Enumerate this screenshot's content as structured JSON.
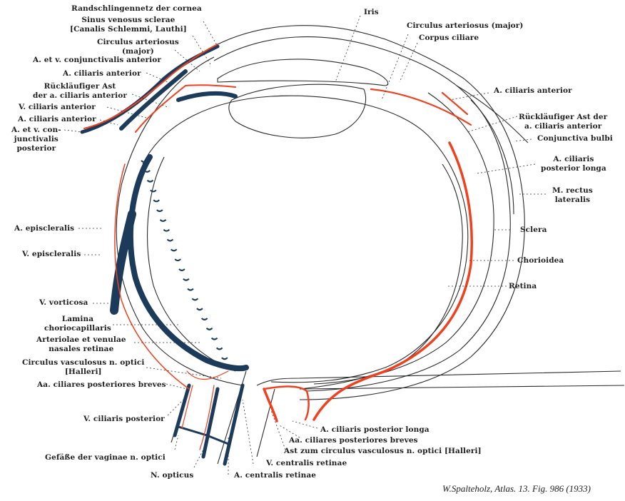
{
  "figure": {
    "title": "Blood vessels of the eye (horizontal section)",
    "caption": "W.Spalteholz, Atlas. 13. Fig. 986 (1933)",
    "colors": {
      "artery": "#f0401e",
      "vein": "#1c3a5a",
      "outline": "#2a2a2a",
      "leader": "#333333",
      "background": "#ffffff"
    }
  },
  "labels_left": [
    {
      "id": "randschlingennetz",
      "lines": [
        "Randschlingennetz der cornea"
      ]
    },
    {
      "id": "sinus-venosus",
      "lines": [
        "Sinus venosus sclerae",
        "[Canalis Schlemmi, Lauthi]"
      ]
    },
    {
      "id": "circulus-arteriosus-left",
      "lines": [
        "Circulus arteriosus",
        "(major)"
      ]
    },
    {
      "id": "conjunctivalis-anterior",
      "lines": [
        "A. et v. conjunctivalis anterior"
      ]
    },
    {
      "id": "ciliaris-anterior-1",
      "lines": [
        "A. ciliaris anterior"
      ]
    },
    {
      "id": "rucklaufiger-left",
      "lines": [
        "Rückläufiger Ast",
        "der a. ciliaris anterior"
      ]
    },
    {
      "id": "v-ciliaris-anterior",
      "lines": [
        "V. ciliaris anterior"
      ]
    },
    {
      "id": "ciliaris-anterior-2",
      "lines": [
        "A. ciliaris anterior"
      ]
    },
    {
      "id": "conjunctivalis-posterior",
      "lines": [
        "A. et v. con-",
        "junctivalis",
        "posterior"
      ]
    },
    {
      "id": "a-episcleralis",
      "lines": [
        "A. episcleralis"
      ]
    },
    {
      "id": "v-episcleralis",
      "lines": [
        "V. episcleralis"
      ]
    },
    {
      "id": "v-vorticosa",
      "lines": [
        "V. vorticosa"
      ]
    },
    {
      "id": "lamina-choriocapillaris",
      "lines": [
        "Lamina",
        "choriocapillaris"
      ]
    },
    {
      "id": "arteriolae-venulae",
      "lines": [
        "Arteriolae et venulae",
        "nasales retinae"
      ]
    },
    {
      "id": "circulus-vasculosus",
      "lines": [
        "Circulus vasculosus n. optici",
        "[Halleri]"
      ]
    },
    {
      "id": "aa-ciliares-breves-left",
      "lines": [
        "Aa. ciliares posteriores breves"
      ]
    },
    {
      "id": "v-ciliaris-posterior",
      "lines": [
        "V. ciliaris posterior"
      ]
    },
    {
      "id": "gefasse-vaginae",
      "lines": [
        "Gefäße der vaginae n. optici"
      ]
    },
    {
      "id": "n-opticus",
      "lines": [
        "N. opticus"
      ]
    },
    {
      "id": "a-centralis-retinae",
      "lines": [
        "A. centralis retinae"
      ]
    }
  ],
  "labels_right": [
    {
      "id": "iris",
      "lines": [
        "Iris"
      ]
    },
    {
      "id": "circulus-arteriosus-right",
      "lines": [
        "Circulus arteriosus (major)"
      ]
    },
    {
      "id": "corpus-ciliare",
      "lines": [
        "Corpus ciliare"
      ]
    },
    {
      "id": "ciliaris-anterior-right",
      "lines": [
        "A. ciliaris anterior"
      ]
    },
    {
      "id": "rucklaufiger-right",
      "lines": [
        "Rückläufiger Ast der",
        "a. ciliaris anterior"
      ]
    },
    {
      "id": "conjunctiva-bulbi",
      "lines": [
        "Conjunctiva bulbi"
      ]
    },
    {
      "id": "ciliaris-posterior-longa-right",
      "lines": [
        "A. ciliaris",
        "posterior longa"
      ]
    },
    {
      "id": "rectus-lateralis",
      "lines": [
        "M. rectus",
        "lateralis"
      ]
    },
    {
      "id": "sclera",
      "lines": [
        "Sclera"
      ]
    },
    {
      "id": "chorioidea",
      "lines": [
        "Chorioidea"
      ]
    },
    {
      "id": "retina",
      "lines": [
        "Retina"
      ]
    }
  ],
  "labels_bottom": [
    {
      "id": "ciliaris-posterior-longa-bottom",
      "lines": [
        "A. ciliaris posterior longa"
      ]
    },
    {
      "id": "aa-ciliares-breves-bottom",
      "lines": [
        "Aa. ciliares posteriores breves"
      ]
    },
    {
      "id": "ast-zum-circulus",
      "lines": [
        "Ast zum circulus vasculosus n. optici [Halleri]"
      ]
    },
    {
      "id": "v-centralis-retinae",
      "lines": [
        "V. centralis retinae"
      ]
    }
  ]
}
